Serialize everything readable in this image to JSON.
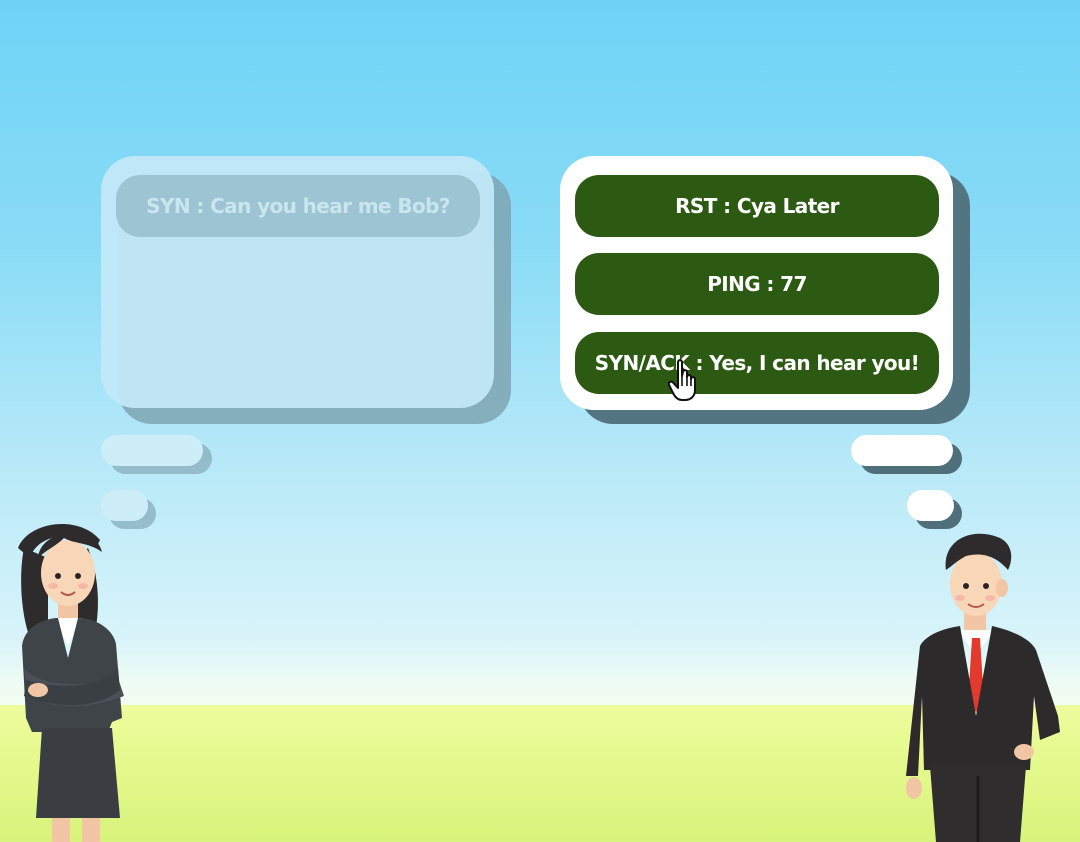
{
  "left_bubble": {
    "message": "SYN : Can you hear me Bob?"
  },
  "right_bubble": {
    "options": [
      {
        "label": "RST : Cya Later"
      },
      {
        "label": "PING : 77"
      },
      {
        "label": "SYN/ACK : Yes, I can hear you!"
      }
    ]
  },
  "colors": {
    "option_green": "#2d5a12",
    "sky": "#6ed3f6",
    "ground": "#e5f98e"
  },
  "icons": {
    "cursor": "hand-pointer-icon"
  }
}
